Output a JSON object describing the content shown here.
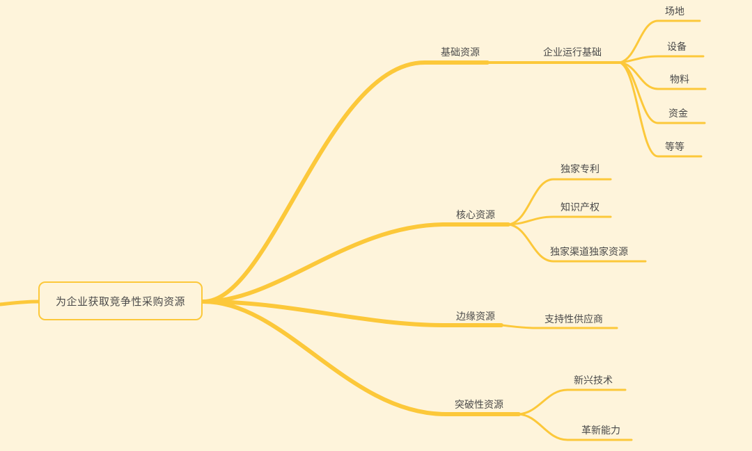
{
  "mindmap": {
    "root": {
      "label": "为企业获取竞争性采购资源"
    },
    "branches": [
      {
        "label": "基础资源",
        "children": [
          {
            "label": "企业运行基础",
            "children": [
              "场地",
              "设备",
              "物料",
              "资金",
              "等等"
            ]
          }
        ]
      },
      {
        "label": "核心资源",
        "children": [
          "独家专利",
          "知识产权",
          "独家渠道独家资源"
        ]
      },
      {
        "label": "边缘资源",
        "children": [
          "支持性供应商"
        ]
      },
      {
        "label": "突破性资源",
        "children": [
          "新兴技术",
          "革新能力"
        ]
      }
    ],
    "colors": {
      "background": "#fef4db",
      "branch": "#fcc83a",
      "text": "#4a4a4a"
    }
  }
}
